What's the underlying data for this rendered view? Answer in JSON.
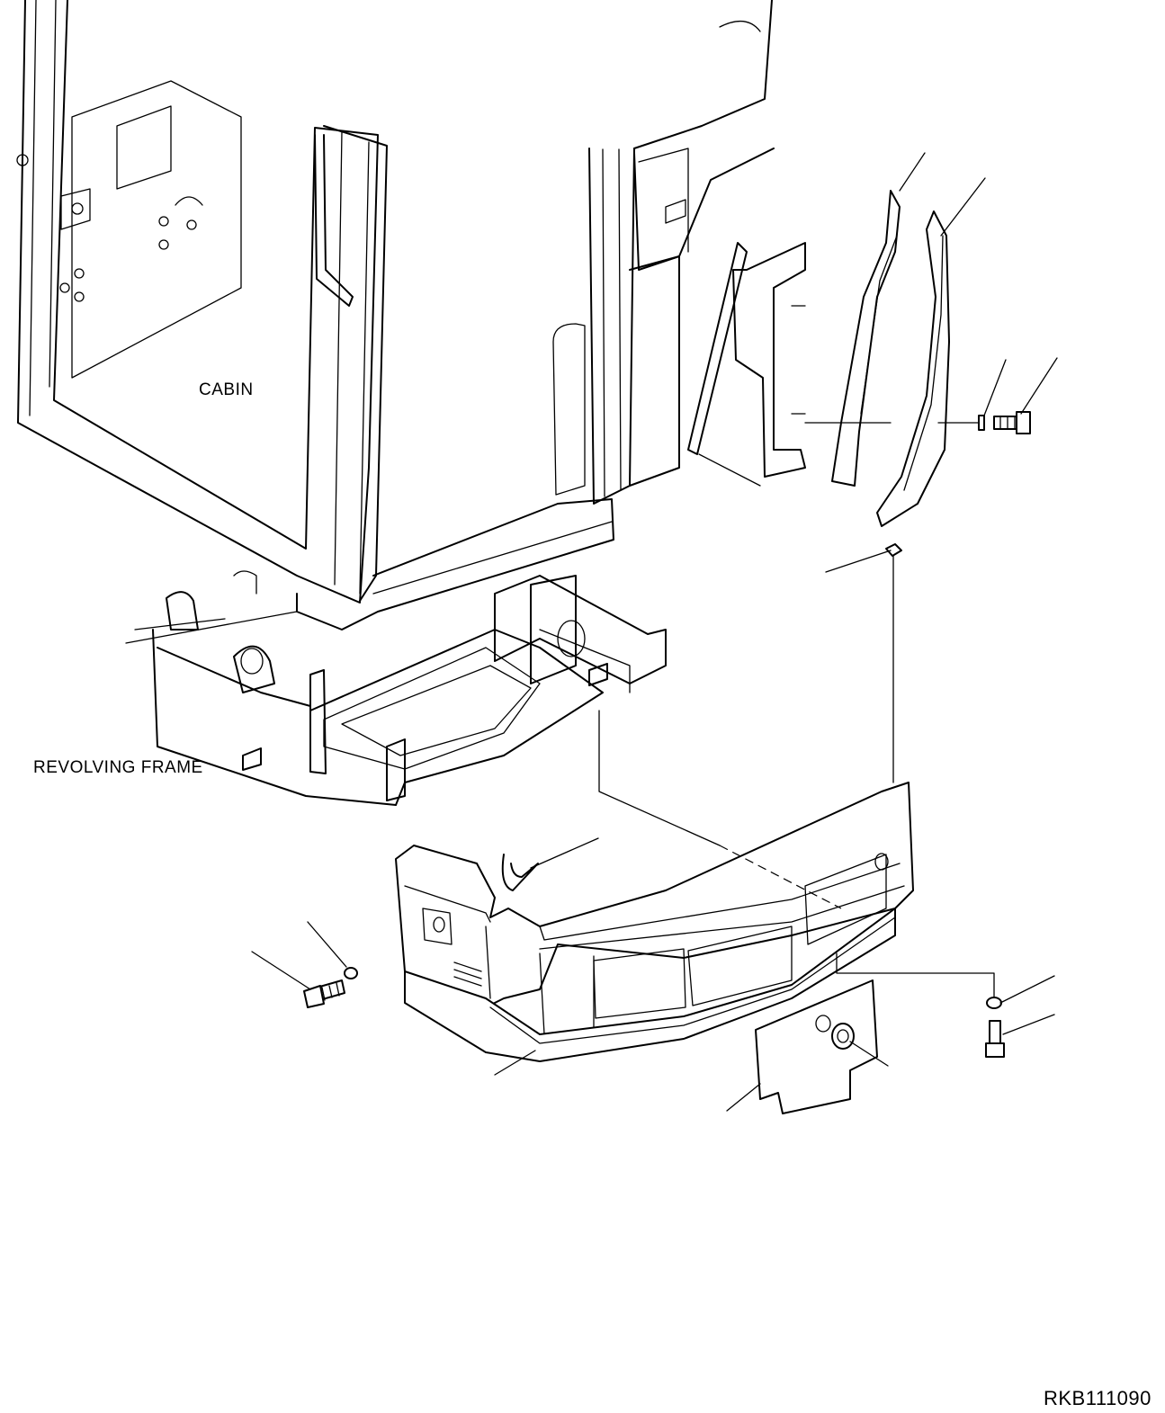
{
  "labels": {
    "cabin": "CABIN",
    "revolving_frame": "REVOLVING FRAME"
  },
  "drawing_code": "RKB111090"
}
